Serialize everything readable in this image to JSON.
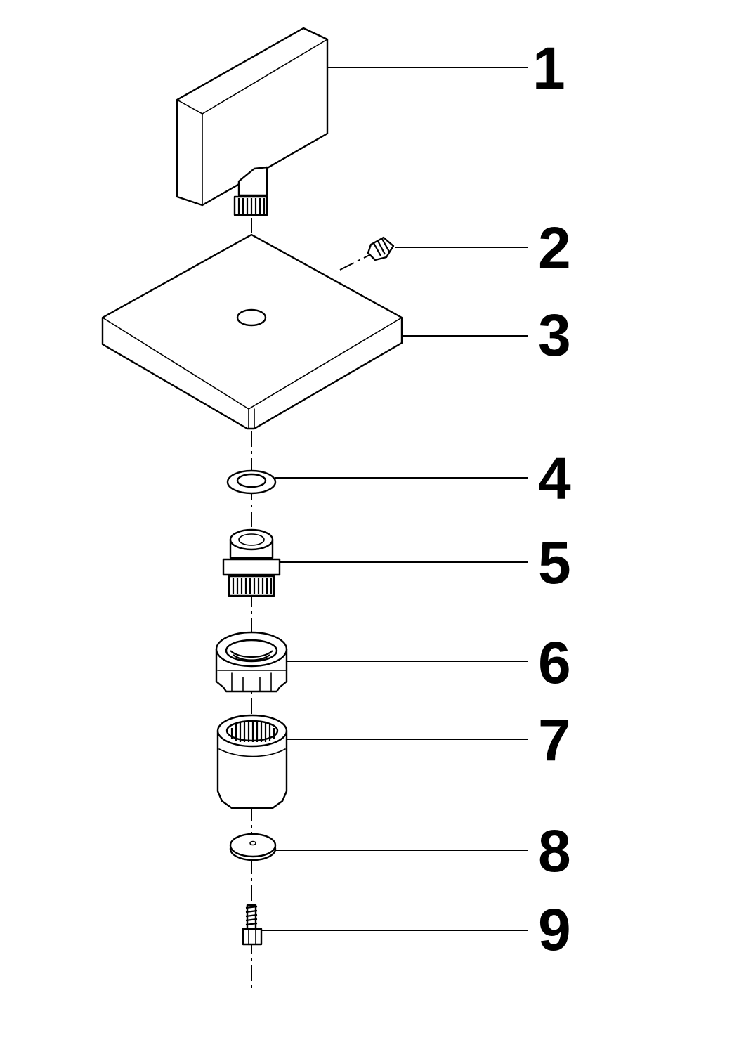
{
  "diagram": {
    "type": "exploded-parts-view",
    "callouts": [
      {
        "id": 1,
        "label": "1"
      },
      {
        "id": 2,
        "label": "2"
      },
      {
        "id": 3,
        "label": "3"
      },
      {
        "id": 4,
        "label": "4"
      },
      {
        "id": 5,
        "label": "5"
      },
      {
        "id": 6,
        "label": "6"
      },
      {
        "id": 7,
        "label": "7"
      },
      {
        "id": 8,
        "label": "8"
      },
      {
        "id": 9,
        "label": "9"
      }
    ]
  },
  "colors": {
    "line": "#000000",
    "background": "#ffffff"
  }
}
